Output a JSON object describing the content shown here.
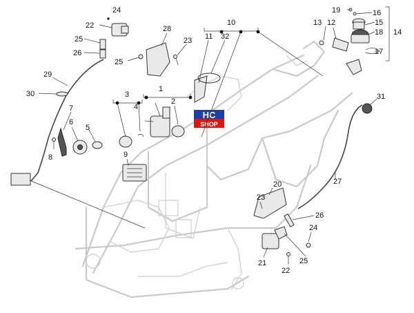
{
  "watermark": {
    "line1": "HC",
    "line2": "SHOP",
    "colors": {
      "top": "#1c3fa8",
      "bottom": "#d11b1b"
    }
  },
  "callouts": {
    "c1": "1",
    "c2": "2",
    "c3": "3",
    "c4": "4",
    "c5": "5",
    "c6": "6",
    "c7": "7",
    "c8": "8",
    "c9": "9",
    "c10": "10",
    "c11": "11",
    "c12": "12",
    "c13": "13",
    "c14": "14",
    "c15": "15",
    "c16": "16",
    "c17": "17",
    "c18": "18",
    "c19": "19",
    "c20": "20",
    "c21": "21",
    "c22a": "22",
    "c22b": "22",
    "c23a": "23",
    "c23b": "23",
    "c24a": "24",
    "c24b": "24",
    "c25a": "25",
    "c25b": "25",
    "c26a": "26",
    "c26b": "26",
    "c27": "27",
    "c28": "28",
    "c29": "29",
    "c30": "30",
    "c31": "31",
    "c32": "32"
  }
}
